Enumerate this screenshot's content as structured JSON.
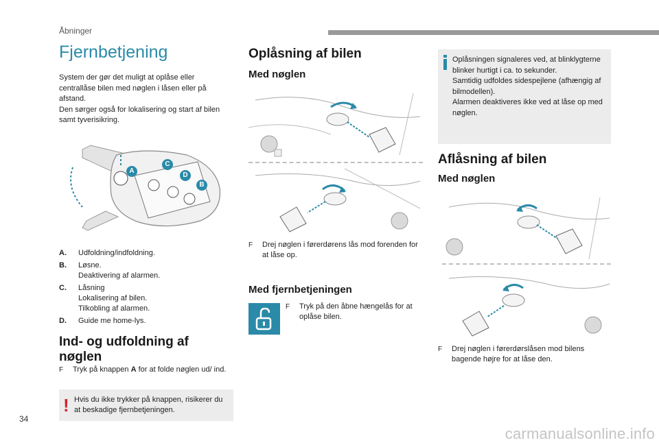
{
  "header": {
    "section": "Åbninger",
    "page_number": "34"
  },
  "left": {
    "title": "Fjernbetjening",
    "intro": "System der gør det muligt at oplåse eller centrallåse bilen med nøglen i låsen eller på afstand.\nDen sørger også for lokalisering og start af bilen samt tyverisikring.",
    "figure_labels": {
      "a": "A",
      "b": "B",
      "c": "C",
      "d": "D"
    },
    "legend": [
      {
        "key": "A.",
        "lines": [
          "Udfoldning/indfoldning."
        ]
      },
      {
        "key": "B.",
        "lines": [
          "Løsne.",
          "Deaktivering af alarmen."
        ]
      },
      {
        "key": "C.",
        "lines": [
          "Låsning",
          "Lokalisering af bilen.",
          "Tilkobling af alarmen."
        ]
      },
      {
        "key": "D.",
        "lines": [
          "Guide me home-lys."
        ]
      }
    ],
    "fold_title": "Ind- og udfoldning af nøglen",
    "fold_bullet_pre": "Tryk på knappen ",
    "fold_bullet_key": "A",
    "fold_bullet_post": " for at folde nøglen ud/ ind.",
    "warning": "Hvis du ikke trykker på knappen, risikerer du at beskadige fjernbetjeningen."
  },
  "middle": {
    "title": "Oplåsning af bilen",
    "with_key": "Med nøglen",
    "key_bullet": "Drej nøglen i førerdørens lås mod forenden for at låse op.",
    "with_remote": "Med fjernbetjeningen",
    "remote_bullet": "Tryk på den åbne hængelås for at oplåse bilen."
  },
  "right": {
    "info": "Oplåsningen signaleres ved, at blinklygterne blinker hurtigt i ca. to sekunder.\nSamtidig udfoldes sidespejlene (afhængig af bilmodellen).\nAlarmen deaktiveres ikke ved at låse op med nøglen.",
    "title": "Aflåsning af bilen",
    "with_key": "Med nøglen",
    "key_bullet": "Drej nøglen i førerdørslåsen mod bilens bagende højre for at låse den."
  },
  "watermark": "carmanualsonline.info",
  "colors": {
    "accent": "#2a8aa8",
    "warning": "#d0242b",
    "box_bg": "#ececec"
  },
  "bullet_glyph": "F"
}
